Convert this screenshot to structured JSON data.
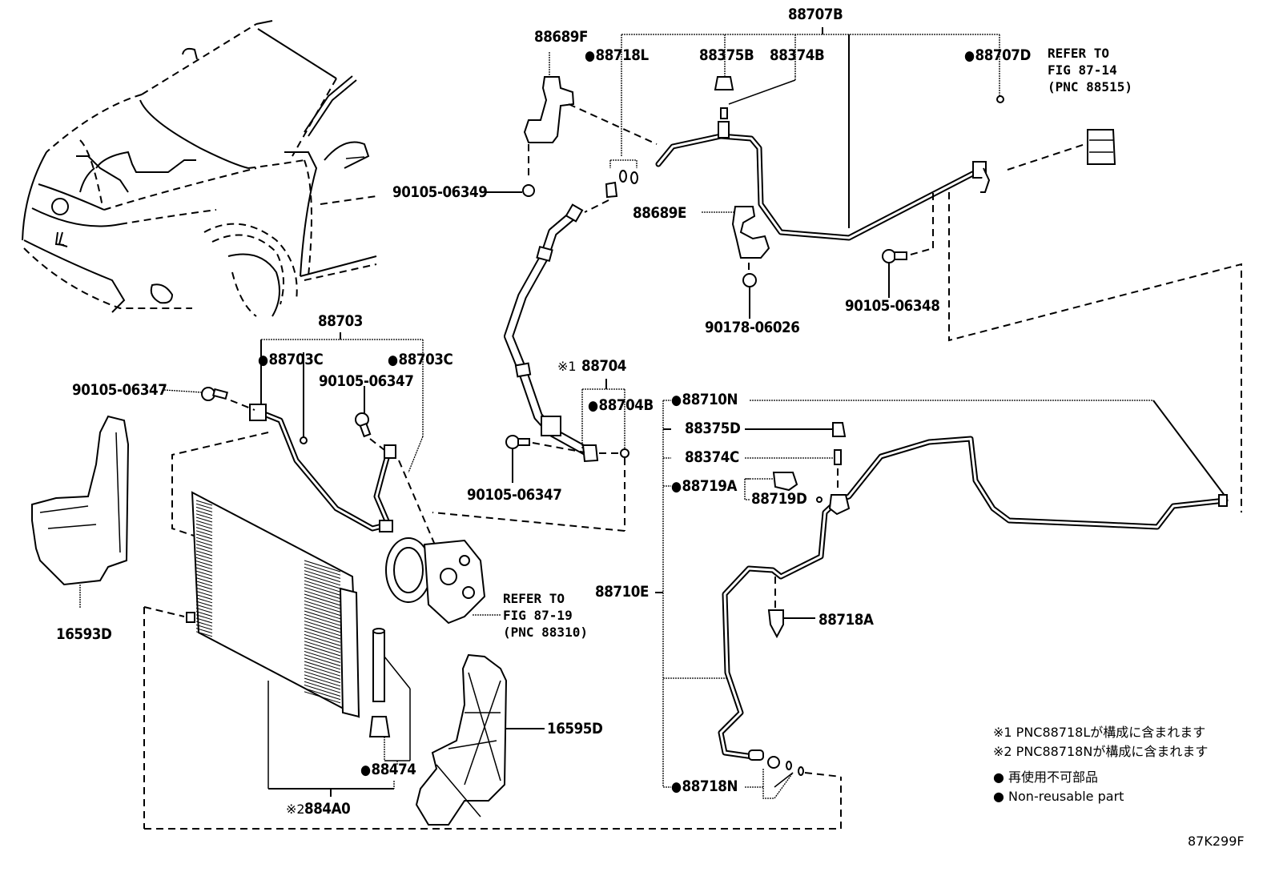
{
  "diagram": {
    "figure_code": "87K299F",
    "parts": {
      "p88707B": "88707B",
      "p88689F": "88689F",
      "p88718L": "88718L",
      "p88375B": "88375B",
      "p88374B": "88374B",
      "p88707D": "88707D",
      "p90105_06349": "90105-06349",
      "p88689E": "88689E",
      "p90178_06026": "90178-06026",
      "p90105_06348": "90105-06348",
      "p88703": "88703",
      "p88703C_left": "88703C",
      "p88703C_right": "88703C",
      "p90105_06347_a": "90105-06347",
      "p90105_06347_b": "90105-06347",
      "p90105_06347_c": "90105-06347",
      "p88704": "88704",
      "p88704_mark": "※1",
      "p88704B": "88704B",
      "p88710N": "88710N",
      "p88375D": "88375D",
      "p88374C": "88374C",
      "p88719A": "88719A",
      "p88719D": "88719D",
      "p88710E": "88710E",
      "p88718A": "88718A",
      "p88718N": "88718N",
      "p16593D": "16593D",
      "p16595D": "16595D",
      "p88474": "88474",
      "p884A0": "884A0",
      "p884A0_mark": "※2"
    },
    "refer_top": "REFER TO\nFIG 87-14\n(PNC 88515)",
    "refer_compressor": "REFER TO\nFIG 87-19\n(PNC 88310)",
    "legend": {
      "note1": "※1 PNC88718Lが構成に含まれます",
      "note2": "※2 PNC88718Nが構成に含まれます",
      "nonreusable_jp": "● 再使用不可部品",
      "nonreusable_en": "● Non-reusable part"
    }
  }
}
